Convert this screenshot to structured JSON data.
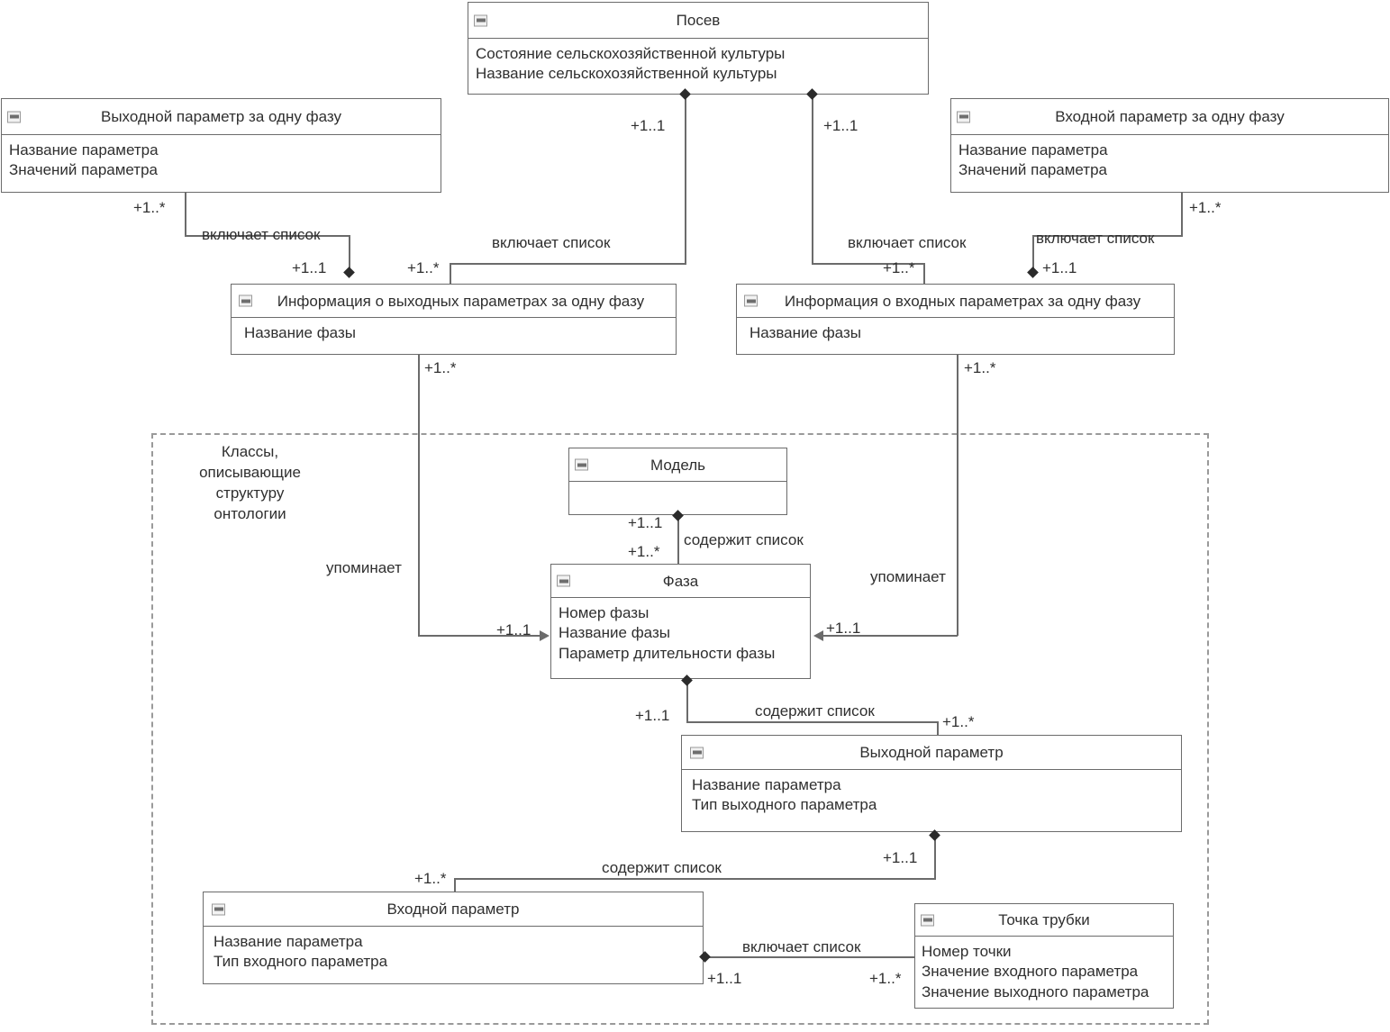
{
  "diagram": {
    "type": "uml-class-diagram",
    "language": "ru",
    "group": {
      "caption_lines": [
        "Классы,",
        "описывающие",
        "структуру",
        "онтологии"
      ],
      "border_style": "dashed"
    },
    "colors": {
      "stroke": "#6b6b6b",
      "text": "#2f2f2f",
      "background": "#ffffff",
      "group_border": "#9a9a9a",
      "diamond_fill": "#2b2b2b"
    }
  },
  "classes": {
    "posev": {
      "name": "Посев",
      "attributes": [
        "Состояние сельскохозяйственной культуры",
        "Название сельскохозяйственной культуры"
      ]
    },
    "output_param_one_phase": {
      "name": "Выходной параметр за одну фазу",
      "attributes": [
        "Название параметра",
        "Значений параметра"
      ]
    },
    "input_param_one_phase": {
      "name": "Входной параметр за одну фазу",
      "attributes": [
        "Название параметра",
        "Значений параметра"
      ]
    },
    "output_params_info": {
      "name": "Информация о выходных параметрах за одну фазу",
      "attributes": [
        "Название фазы"
      ]
    },
    "input_params_info": {
      "name": "Информация о входных параметрах за одну фазу",
      "attributes": [
        "Название фазы"
      ]
    },
    "model": {
      "name": "Модель",
      "attributes": []
    },
    "phase": {
      "name": "Фаза",
      "attributes": [
        "Номер фазы",
        "Название фазы",
        "Параметр длительности фазы"
      ]
    },
    "output_param": {
      "name": "Выходной параметр",
      "attributes": [
        "Название параметра",
        "Тип выходного параметра"
      ]
    },
    "input_param": {
      "name": "Входной параметр",
      "attributes": [
        "Название параметра",
        "Тип входного параметра"
      ]
    },
    "tube_point": {
      "name": "Точка трубки",
      "attributes": [
        "Номер точки",
        "Значение входного параметра",
        "Значение выходного параметра"
      ]
    }
  },
  "associations": [
    {
      "id": "a1",
      "from": "posev",
      "to": "output_params_info",
      "label": "включает список",
      "from_mult": "+1..1",
      "to_mult": "+1..*"
    },
    {
      "id": "a2",
      "from": "posev",
      "to": "input_params_info",
      "label": "включает список",
      "from_mult": "+1..1",
      "to_mult": "+1..*"
    },
    {
      "id": "a3",
      "from": "output_params_info",
      "to": "output_param_one_phase",
      "label": "включает список",
      "from_mult": "+1..1",
      "to_mult": "+1..*"
    },
    {
      "id": "a4",
      "from": "input_params_info",
      "to": "input_param_one_phase",
      "label": "включает список",
      "from_mult": "+1..1",
      "to_mult": "+1..*"
    },
    {
      "id": "a5",
      "from": "output_params_info",
      "to": "phase",
      "label": "упоминает",
      "from_mult": "+1..*",
      "to_mult": "+1..1"
    },
    {
      "id": "a6",
      "from": "input_params_info",
      "to": "phase",
      "label": "упоминает",
      "from_mult": "+1..*",
      "to_mult": "+1..1"
    },
    {
      "id": "a7",
      "from": "model",
      "to": "phase",
      "label": "содержит список",
      "from_mult": "+1..1",
      "to_mult": "+1..*"
    },
    {
      "id": "a8",
      "from": "phase",
      "to": "output_param",
      "label": "содержит список",
      "from_mult": "+1..1",
      "to_mult": "+1..*"
    },
    {
      "id": "a9",
      "from": "output_param",
      "to": "input_param",
      "label": "содержит список",
      "from_mult": "+1..1",
      "to_mult": "+1..*"
    },
    {
      "id": "a10",
      "from": "input_param",
      "to": "tube_point",
      "label": "включает список",
      "from_mult": "+1..1",
      "to_mult": "+1..*"
    }
  ],
  "labels": {
    "vklyuchaet": "включает список",
    "soderzhit": "содержит список",
    "upominaet": "упоминает",
    "m11": "+1..1",
    "m1n": "+1..*"
  }
}
